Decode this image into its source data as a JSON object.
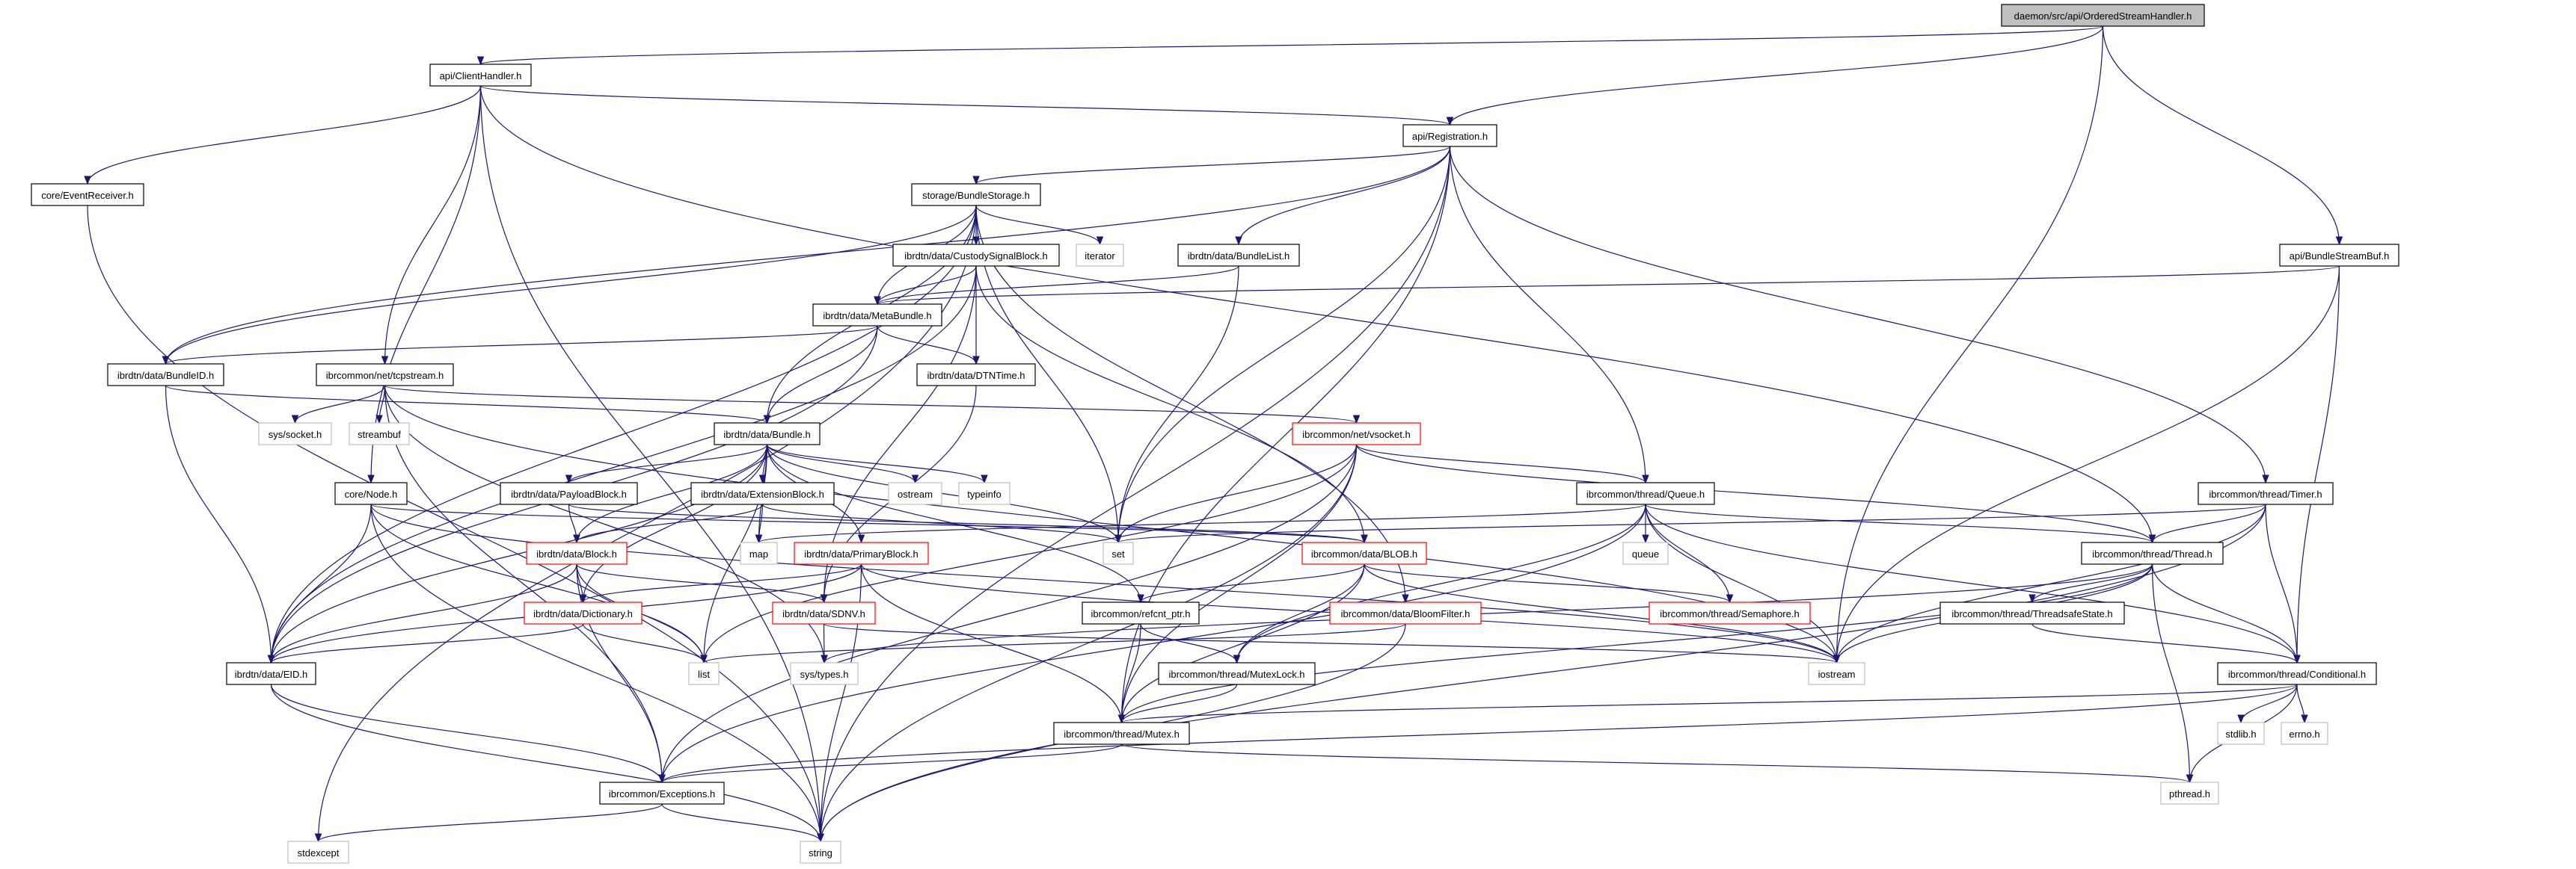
{
  "title": "daemon/src/api/OrderedStreamHandler.h include dependency graph",
  "colors": {
    "edge": "#191970",
    "root_fill": "#bfbfbf",
    "truncated_border": "#ff0000",
    "external_border": "#bfbfbf",
    "normal_border": "#000000"
  },
  "nodes": [
    {
      "id": "root",
      "label": "daemon/src/api/OrderedStreamHandler.h",
      "kind": "root"
    },
    {
      "id": "ClientHandler",
      "label": "api/ClientHandler.h",
      "kind": "normal"
    },
    {
      "id": "Registration",
      "label": "api/Registration.h",
      "kind": "normal"
    },
    {
      "id": "EventReceiver",
      "label": "core/EventReceiver.h",
      "kind": "normal"
    },
    {
      "id": "BundleStorage",
      "label": "storage/BundleStorage.h",
      "kind": "normal"
    },
    {
      "id": "iterator",
      "label": "iterator",
      "kind": "ext"
    },
    {
      "id": "CustodySignalBlock",
      "label": "ibrdtn/data/CustodySignalBlock.h",
      "kind": "normal"
    },
    {
      "id": "BundleList",
      "label": "ibrdtn/data/BundleList.h",
      "kind": "normal"
    },
    {
      "id": "BundleStreamBuf",
      "label": "api/BundleStreamBuf.h",
      "kind": "normal"
    },
    {
      "id": "MetaBundle",
      "label": "ibrdtn/data/MetaBundle.h",
      "kind": "normal"
    },
    {
      "id": "BundleID",
      "label": "ibrdtn/data/BundleID.h",
      "kind": "normal"
    },
    {
      "id": "tcpstream",
      "label": "ibrcommon/net/tcpstream.h",
      "kind": "normal"
    },
    {
      "id": "DTNTime",
      "label": "ibrdtn/data/DTNTime.h",
      "kind": "normal"
    },
    {
      "id": "syssocket",
      "label": "sys/socket.h",
      "kind": "ext"
    },
    {
      "id": "streambuf",
      "label": "streambuf",
      "kind": "ext"
    },
    {
      "id": "Bundle",
      "label": "ibrdtn/data/Bundle.h",
      "kind": "normal"
    },
    {
      "id": "vsocket",
      "label": "ibrcommon/net/vsocket.h",
      "kind": "trunc"
    },
    {
      "id": "Node",
      "label": "core/Node.h",
      "kind": "normal"
    },
    {
      "id": "PayloadBlock",
      "label": "ibrdtn/data/PayloadBlock.h",
      "kind": "normal"
    },
    {
      "id": "ExtensionBlock",
      "label": "ibrdtn/data/ExtensionBlock.h",
      "kind": "normal"
    },
    {
      "id": "ostream",
      "label": "ostream",
      "kind": "ext"
    },
    {
      "id": "typeinfo",
      "label": "typeinfo",
      "kind": "ext"
    },
    {
      "id": "Queue",
      "label": "ibrcommon/thread/Queue.h",
      "kind": "normal"
    },
    {
      "id": "Timer",
      "label": "ibrcommon/thread/Timer.h",
      "kind": "normal"
    },
    {
      "id": "map",
      "label": "map",
      "kind": "ext"
    },
    {
      "id": "set",
      "label": "set",
      "kind": "ext"
    },
    {
      "id": "Block",
      "label": "ibrdtn/data/Block.h",
      "kind": "trunc"
    },
    {
      "id": "PrimaryBlock",
      "label": "ibrdtn/data/PrimaryBlock.h",
      "kind": "trunc"
    },
    {
      "id": "BLOB",
      "label": "ibrcommon/data/BLOB.h",
      "kind": "trunc"
    },
    {
      "id": "queue",
      "label": "queue",
      "kind": "ext"
    },
    {
      "id": "Thread",
      "label": "ibrcommon/thread/Thread.h",
      "kind": "normal"
    },
    {
      "id": "Dictionary",
      "label": "ibrdtn/data/Dictionary.h",
      "kind": "trunc"
    },
    {
      "id": "SDNV",
      "label": "ibrdtn/data/SDNV.h",
      "kind": "trunc"
    },
    {
      "id": "refcnt_ptr",
      "label": "ibrcommon/refcnt_ptr.h",
      "kind": "normal"
    },
    {
      "id": "BloomFilter",
      "label": "ibrcommon/data/BloomFilter.h",
      "kind": "trunc"
    },
    {
      "id": "Semaphore",
      "label": "ibrcommon/thread/Semaphore.h",
      "kind": "trunc"
    },
    {
      "id": "ThreadsafeState",
      "label": "ibrcommon/thread/ThreadsafeState.h",
      "kind": "normal"
    },
    {
      "id": "EID",
      "label": "ibrdtn/data/EID.h",
      "kind": "normal"
    },
    {
      "id": "list",
      "label": "list",
      "kind": "ext"
    },
    {
      "id": "systypes",
      "label": "sys/types.h",
      "kind": "ext"
    },
    {
      "id": "MutexLock",
      "label": "ibrcommon/thread/MutexLock.h",
      "kind": "normal"
    },
    {
      "id": "iostream",
      "label": "iostream",
      "kind": "ext"
    },
    {
      "id": "Conditional",
      "label": "ibrcommon/thread/Conditional.h",
      "kind": "normal"
    },
    {
      "id": "Mutex",
      "label": "ibrcommon/thread/Mutex.h",
      "kind": "normal"
    },
    {
      "id": "stdlib",
      "label": "stdlib.h",
      "kind": "ext"
    },
    {
      "id": "errno",
      "label": "errno.h",
      "kind": "ext"
    },
    {
      "id": "Exceptions",
      "label": "ibrcommon/Exceptions.h",
      "kind": "normal"
    },
    {
      "id": "pthread",
      "label": "pthread.h",
      "kind": "ext"
    },
    {
      "id": "stdexcept",
      "label": "stdexcept",
      "kind": "ext"
    },
    {
      "id": "string",
      "label": "string",
      "kind": "ext"
    }
  ],
  "edges": [
    [
      "root",
      "ClientHandler"
    ],
    [
      "root",
      "Registration"
    ],
    [
      "root",
      "BundleStreamBuf"
    ],
    [
      "root",
      "iostream"
    ],
    [
      "ClientHandler",
      "Registration"
    ],
    [
      "ClientHandler",
      "EventReceiver"
    ],
    [
      "ClientHandler",
      "tcpstream"
    ],
    [
      "ClientHandler",
      "Node"
    ],
    [
      "ClientHandler",
      "string"
    ],
    [
      "ClientHandler",
      "Thread"
    ],
    [
      "Registration",
      "BundleStorage"
    ],
    [
      "Registration",
      "BundleList"
    ],
    [
      "Registration",
      "Queue"
    ],
    [
      "Registration",
      "Timer"
    ],
    [
      "Registration",
      "set"
    ],
    [
      "Registration",
      "BundleID"
    ],
    [
      "Registration",
      "string"
    ],
    [
      "Registration",
      "Mutex"
    ],
    [
      "EventReceiver",
      "string"
    ],
    [
      "BundleStorage",
      "CustodySignalBlock"
    ],
    [
      "BundleStorage",
      "iterator"
    ],
    [
      "BundleStorage",
      "MetaBundle"
    ],
    [
      "BundleStorage",
      "Bundle"
    ],
    [
      "BundleStorage",
      "BundleID"
    ],
    [
      "BundleStorage",
      "set"
    ],
    [
      "BundleStorage",
      "EID"
    ],
    [
      "BundleStorage",
      "BloomFilter"
    ],
    [
      "BundleStorage",
      "stdexcept"
    ],
    [
      "CustodySignalBlock",
      "MetaBundle"
    ],
    [
      "CustodySignalBlock",
      "DTNTime"
    ],
    [
      "CustodySignalBlock",
      "SDNV"
    ],
    [
      "CustodySignalBlock",
      "BLOB"
    ],
    [
      "CustodySignalBlock",
      "EID"
    ],
    [
      "BundleList",
      "MetaBundle"
    ],
    [
      "BundleList",
      "set"
    ],
    [
      "BundleStreamBuf",
      "MetaBundle"
    ],
    [
      "BundleStreamBuf",
      "Conditional"
    ],
    [
      "BundleStreamBuf",
      "iostream"
    ],
    [
      "MetaBundle",
      "BundleID"
    ],
    [
      "MetaBundle",
      "Bundle"
    ],
    [
      "MetaBundle",
      "DTNTime"
    ],
    [
      "MetaBundle",
      "EID"
    ],
    [
      "BundleID",
      "EID"
    ],
    [
      "BundleID",
      "Bundle"
    ],
    [
      "tcpstream",
      "syssocket"
    ],
    [
      "tcpstream",
      "streambuf"
    ],
    [
      "tcpstream",
      "vsocket"
    ],
    [
      "tcpstream",
      "Exceptions"
    ],
    [
      "tcpstream",
      "systypes"
    ],
    [
      "tcpstream",
      "iostream"
    ],
    [
      "DTNTime",
      "SDNV"
    ],
    [
      "Bundle",
      "PayloadBlock"
    ],
    [
      "Bundle",
      "ExtensionBlock"
    ],
    [
      "Bundle",
      "ostream"
    ],
    [
      "Bundle",
      "typeinfo"
    ],
    [
      "Bundle",
      "map"
    ],
    [
      "Bundle",
      "PrimaryBlock"
    ],
    [
      "Bundle",
      "set"
    ],
    [
      "Bundle",
      "Block"
    ],
    [
      "Bundle",
      "Dictionary"
    ],
    [
      "Bundle",
      "EID"
    ],
    [
      "Bundle",
      "refcnt_ptr"
    ],
    [
      "Bundle",
      "list"
    ],
    [
      "vsocket",
      "Queue"
    ],
    [
      "vsocket",
      "Thread"
    ],
    [
      "vsocket",
      "set"
    ],
    [
      "vsocket",
      "list"
    ],
    [
      "vsocket",
      "Mutex"
    ],
    [
      "vsocket",
      "string"
    ],
    [
      "vsocket",
      "Exceptions"
    ],
    [
      "Node",
      "EID"
    ],
    [
      "Node",
      "string"
    ],
    [
      "Node",
      "list"
    ],
    [
      "Node",
      "BLOB"
    ],
    [
      "Node",
      "iostream"
    ],
    [
      "PayloadBlock",
      "Block"
    ],
    [
      "PayloadBlock",
      "BLOB"
    ],
    [
      "ExtensionBlock",
      "map"
    ],
    [
      "ExtensionBlock",
      "Block"
    ],
    [
      "ExtensionBlock",
      "set"
    ],
    [
      "Queue",
      "queue"
    ],
    [
      "Queue",
      "Semaphore"
    ],
    [
      "Queue",
      "Thread"
    ],
    [
      "Queue",
      "Conditional"
    ],
    [
      "Queue",
      "MutexLock"
    ],
    [
      "Queue",
      "iostream"
    ],
    [
      "Queue",
      "Exceptions"
    ],
    [
      "Queue",
      "map"
    ],
    [
      "Timer",
      "Thread"
    ],
    [
      "Timer",
      "Conditional"
    ],
    [
      "Timer",
      "set"
    ],
    [
      "Timer",
      "iostream"
    ],
    [
      "Timer",
      "string"
    ],
    [
      "Block",
      "Dictionary"
    ],
    [
      "Block",
      "list"
    ],
    [
      "Block",
      "EID"
    ],
    [
      "Block",
      "SDNV"
    ],
    [
      "Block",
      "Exceptions"
    ],
    [
      "PrimaryBlock",
      "EID"
    ],
    [
      "PrimaryBlock",
      "Dictionary"
    ],
    [
      "PrimaryBlock",
      "Mutex"
    ],
    [
      "PrimaryBlock",
      "string"
    ],
    [
      "PrimaryBlock",
      "iostream"
    ],
    [
      "BLOB",
      "refcnt_ptr"
    ],
    [
      "BLOB",
      "Mutex"
    ],
    [
      "BLOB",
      "MutexLock"
    ],
    [
      "BLOB",
      "iostream"
    ],
    [
      "BLOB",
      "Semaphore"
    ],
    [
      "Thread",
      "ThreadsafeState"
    ],
    [
      "Thread",
      "Conditional"
    ],
    [
      "Thread",
      "Mutex"
    ],
    [
      "Thread",
      "pthread"
    ],
    [
      "Thread",
      "iostream"
    ],
    [
      "Thread",
      "systypes"
    ],
    [
      "Dictionary",
      "EID"
    ],
    [
      "Dictionary",
      "list"
    ],
    [
      "SDNV",
      "systypes"
    ],
    [
      "SDNV",
      "iostream"
    ],
    [
      "refcnt_ptr",
      "Mutex"
    ],
    [
      "refcnt_ptr",
      "MutexLock"
    ],
    [
      "BloomFilter",
      "string"
    ],
    [
      "BloomFilter",
      "list"
    ],
    [
      "ThreadsafeState",
      "Conditional"
    ],
    [
      "EID",
      "Exceptions"
    ],
    [
      "EID",
      "string"
    ],
    [
      "MutexLock",
      "Mutex"
    ],
    [
      "Conditional",
      "Mutex"
    ],
    [
      "Conditional",
      "Exceptions"
    ],
    [
      "Conditional",
      "stdlib"
    ],
    [
      "Conditional",
      "errno"
    ],
    [
      "Conditional",
      "pthread"
    ],
    [
      "Mutex",
      "Exceptions"
    ],
    [
      "Mutex",
      "pthread"
    ],
    [
      "Exceptions",
      "stdexcept"
    ],
    [
      "Exceptions",
      "string"
    ]
  ]
}
